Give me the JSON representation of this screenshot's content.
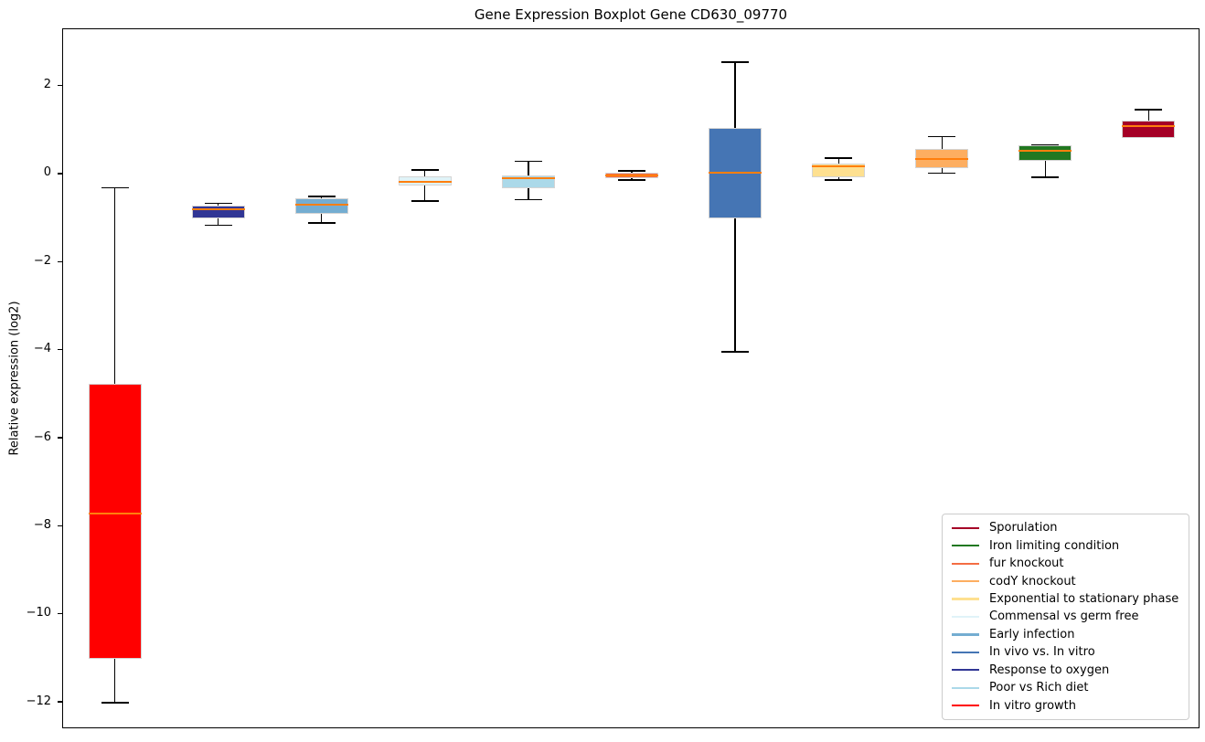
{
  "chart_data": {
    "type": "boxplot",
    "title": "Gene Expression Boxplot Gene CD630_09770",
    "ylabel": "Relative expression (log2)",
    "xlabel": "",
    "ylim": [
      -12.6,
      3.3
    ],
    "yticks": [
      2,
      0,
      -2,
      -4,
      -6,
      -8,
      -10,
      -12
    ],
    "xticks": [],
    "grid": false,
    "legend_position": "lower right",
    "series": [
      {
        "name": "In vitro growth",
        "color": "#ff0000",
        "whisker_low": -12.0,
        "q1": -11.0,
        "median": -7.7,
        "q3": -4.75,
        "whisker_high": -0.3
      },
      {
        "name": "Response to oxygen",
        "color": "#313695",
        "whisker_low": -1.15,
        "q1": -1.0,
        "median": -0.78,
        "q3": -0.7,
        "whisker_high": -0.65
      },
      {
        "name": "Early infection",
        "color": "#74add1",
        "whisker_low": -1.1,
        "q1": -0.9,
        "median": -0.68,
        "q3": -0.55,
        "whisker_high": -0.5
      },
      {
        "name": "Commensal vs germ free",
        "color": "#e0f3f8",
        "whisker_low": -0.6,
        "q1": -0.24,
        "median": -0.16,
        "q3": -0.05,
        "whisker_high": 0.1
      },
      {
        "name": "Poor vs Rich diet",
        "color": "#abd9e9",
        "whisker_low": -0.57,
        "q1": -0.31,
        "median": -0.08,
        "q3": -0.03,
        "whisker_high": 0.3
      },
      {
        "name": "fur knockout",
        "color": "#f46d43",
        "whisker_low": -0.13,
        "q1": -0.09,
        "median": -0.02,
        "q3": 0.05,
        "whisker_high": 0.08
      },
      {
        "name": "In vivo vs. In vitro",
        "color": "#4575b4",
        "whisker_low": -4.03,
        "q1": -1.0,
        "median": 0.04,
        "q3": 1.05,
        "whisker_high": 2.55
      },
      {
        "name": "Exponential to stationary phase",
        "color": "#fee090",
        "whisker_low": -0.12,
        "q1": -0.07,
        "median": 0.18,
        "q3": 0.24,
        "whisker_high": 0.37
      },
      {
        "name": "codY knockout",
        "color": "#fdae61",
        "whisker_low": 0.03,
        "q1": 0.15,
        "median": 0.35,
        "q3": 0.59,
        "whisker_high": 0.86
      },
      {
        "name": "Iron limiting condition",
        "color": "#217821",
        "whisker_low": -0.06,
        "q1": 0.32,
        "median": 0.54,
        "q3": 0.66,
        "whisker_high": 0.66
      },
      {
        "name": "Sporulation",
        "color": "#a50026",
        "whisker_low": 0.84,
        "q1": 0.84,
        "median": 1.1,
        "q3": 1.22,
        "whisker_high": 1.47
      }
    ],
    "legend": [
      {
        "label": "Sporulation",
        "color": "#a50026"
      },
      {
        "label": "Iron limiting condition",
        "color": "#217821"
      },
      {
        "label": "fur knockout",
        "color": "#f46d43"
      },
      {
        "label": "codY knockout",
        "color": "#fdae61"
      },
      {
        "label": "Exponential to stationary phase",
        "color": "#fee090"
      },
      {
        "label": "Commensal vs germ free",
        "color": "#e0f3f8"
      },
      {
        "label": "Early infection",
        "color": "#74add1"
      },
      {
        "label": "In vivo vs. In vitro",
        "color": "#4575b4"
      },
      {
        "label": "Response to oxygen",
        "color": "#313695"
      },
      {
        "label": "Poor vs Rich diet",
        "color": "#abd9e9"
      },
      {
        "label": "In vitro growth",
        "color": "#ff0000"
      }
    ],
    "style": {
      "median_color": "#ff7f0e",
      "whisker_color": "#000000",
      "box_edge_color": "#d4d4d4",
      "spine_color": "#000000",
      "background": "#ffffff"
    }
  }
}
